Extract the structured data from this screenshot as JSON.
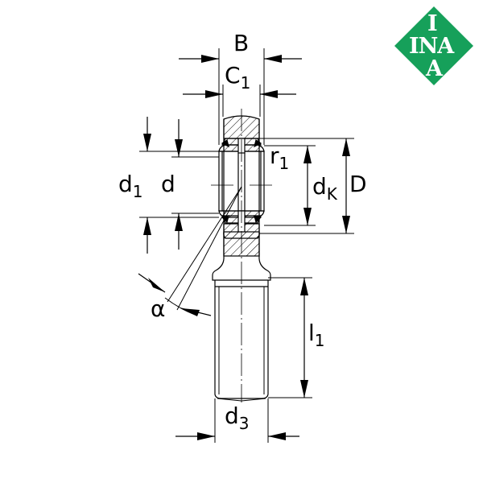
{
  "drawing": {
    "title": "Rod end with male thread, technical dimension drawing",
    "labels": {
      "B": "B",
      "C1": {
        "main": "C",
        "sub": "1"
      },
      "r1": {
        "main": "r",
        "sub": "1"
      },
      "d1": {
        "main": "d",
        "sub": "1"
      },
      "d": "d",
      "dK": {
        "main": "d",
        "sub": "K"
      },
      "D": "D",
      "alpha": "α",
      "l1": {
        "main": "l",
        "sub": "1"
      },
      "d3": {
        "main": "d",
        "sub": "3"
      }
    }
  },
  "logo": {
    "brand": "INA",
    "letters": [
      "I",
      "INA",
      "A"
    ],
    "color": "#16a05a",
    "text_color": "#ffffff"
  },
  "colors": {
    "line": "#000000",
    "background": "#ffffff"
  }
}
